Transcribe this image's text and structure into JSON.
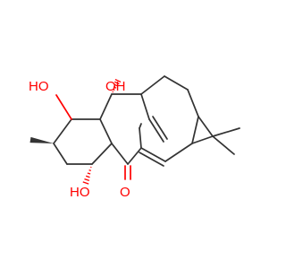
{
  "colors": {
    "background": "#ffffff",
    "bond": "#333333",
    "oxygen": "#ff0000"
  },
  "labels": {
    "oh_top_left": "HO",
    "oh_top_center": "OH",
    "oh_bottom": "HO",
    "ketone": "O"
  }
}
